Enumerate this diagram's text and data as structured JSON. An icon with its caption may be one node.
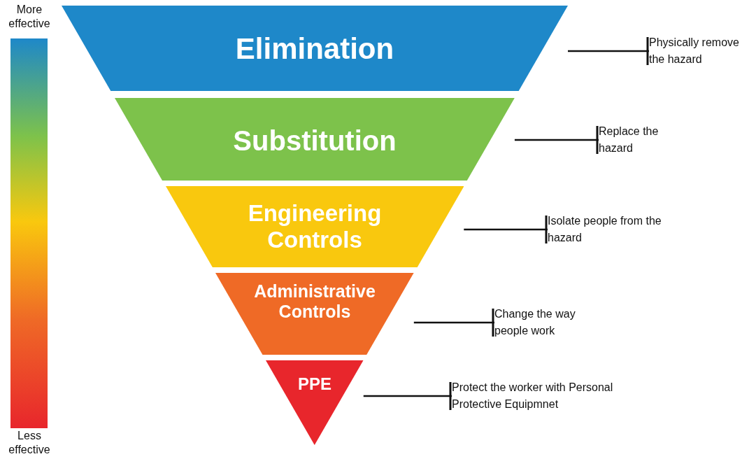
{
  "diagram": {
    "nodes": [
      {
        "text": [
          "Elimination"
        ]
      },
      {
        "text": [
          "Substitution"
        ]
      },
      {
        "text": [
          "Engineering Controls"
        ]
      },
      {
        "text": [
          "Administrative Controls"
        ]
      },
      {
        "text": [
          "PPE"
        ]
      },
      {
        "text": [
          "Physically remove the hazard"
        ]
      },
      {
        "text": [
          "Replace the hazard"
        ]
      },
      {
        "text": [
          "Isolate people from the hazard"
        ]
      },
      {
        "text": [
          "Change the way people work"
        ]
      },
      {
        "text": [
          "Protect the worker with Personal Protective Equipmnet"
        ]
      },
      {
        "text": [],
        "shape": "bar"
      }
    ],
    "edges": [
      {
        "from": 0,
        "to": 5,
        "arrow": "other"
      },
      {
        "from": 1,
        "to": 6,
        "arrow": "other"
      },
      {
        "from": 2,
        "to": 7,
        "arrow": "other"
      },
      {
        "from": 3,
        "to": 8,
        "arrow": "other"
      },
      {
        "from": 4,
        "to": 9,
        "arrow": "other"
      }
    ],
    "labels": [
      "More effective",
      "Less effective"
    ]
  }
}
